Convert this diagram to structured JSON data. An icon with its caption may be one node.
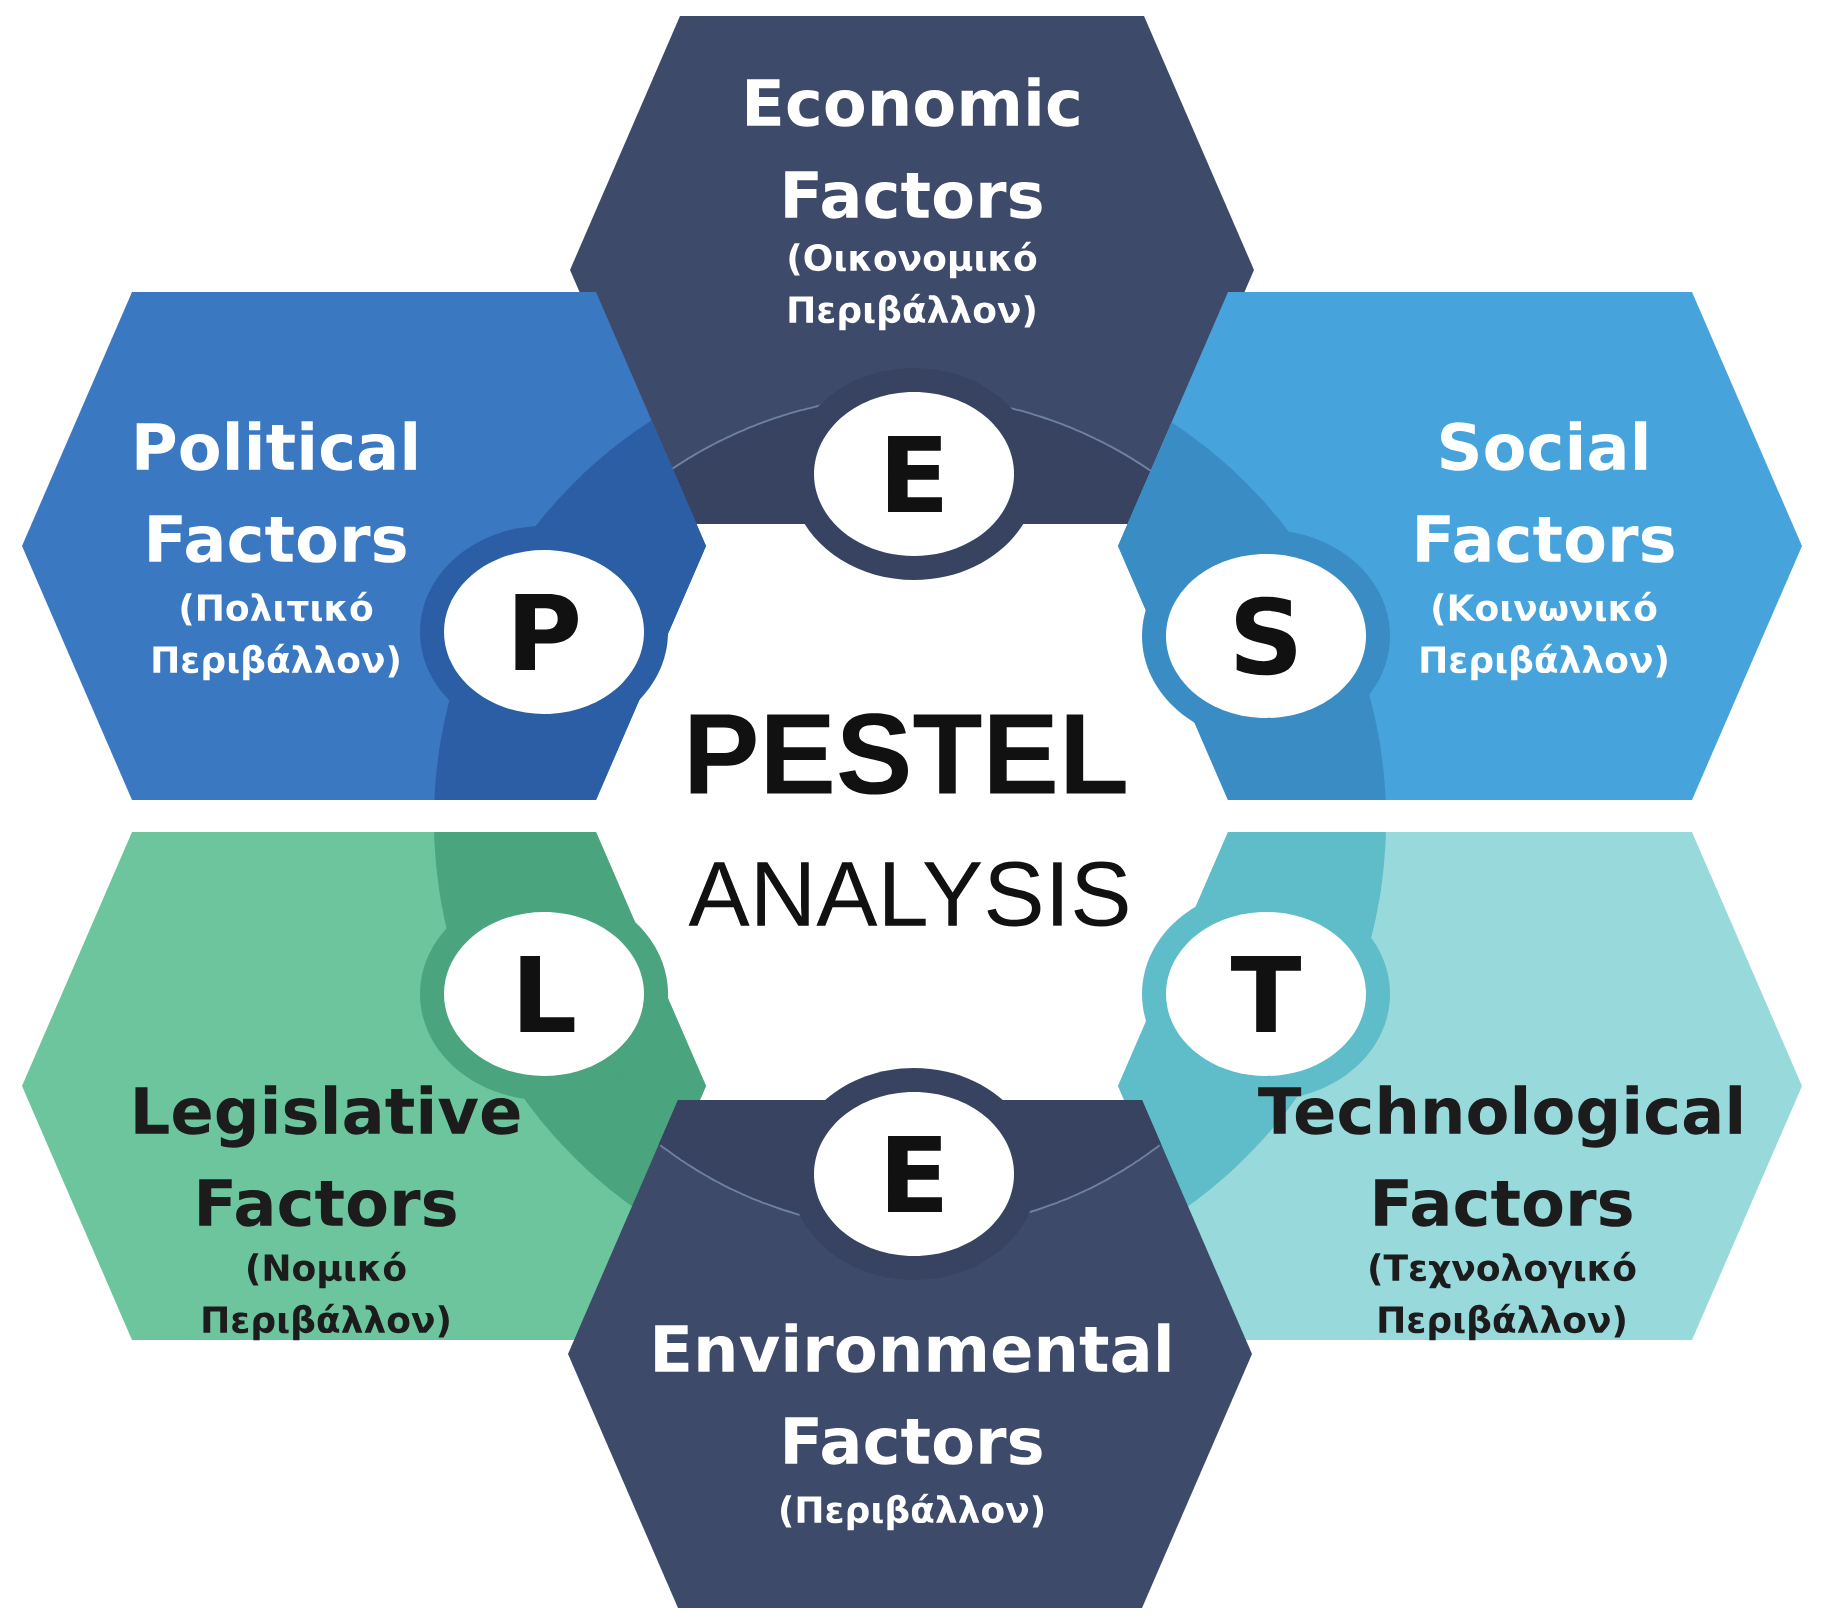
{
  "diagram": {
    "nodes": [
      {
        "text": [
          "Economic Factors",
          "(Οικονομικό Περιβάλλον)"
        ]
      },
      {
        "text": [
          "E"
        ],
        "in": 0
      },
      {
        "text": [
          "Political Factors",
          "(Πολιτικό Περιβάλλον)"
        ]
      },
      {
        "text": [
          "P"
        ],
        "in": 2
      },
      {
        "text": [
          "Social Factors",
          "(Κοινωνικό Περιβάλλον)"
        ]
      },
      {
        "text": [
          "S"
        ],
        "in": 4
      },
      {
        "text": [
          "Legislative Factors",
          "(Νομικό Περιβάλλον)"
        ]
      },
      {
        "text": [
          "L"
        ],
        "in": 6
      },
      {
        "text": [
          "Technological Factors",
          "(Τεχνολογικό Περιβάλλον)"
        ]
      },
      {
        "text": [
          "T"
        ],
        "in": 8
      },
      {
        "text": [
          "Environmental Factors",
          "(Περιβάλλον)"
        ]
      },
      {
        "text": [
          "E"
        ],
        "in": 10
      }
    ],
    "labels": [
      "PESTEL",
      "ANALYSIS"
    ]
  }
}
